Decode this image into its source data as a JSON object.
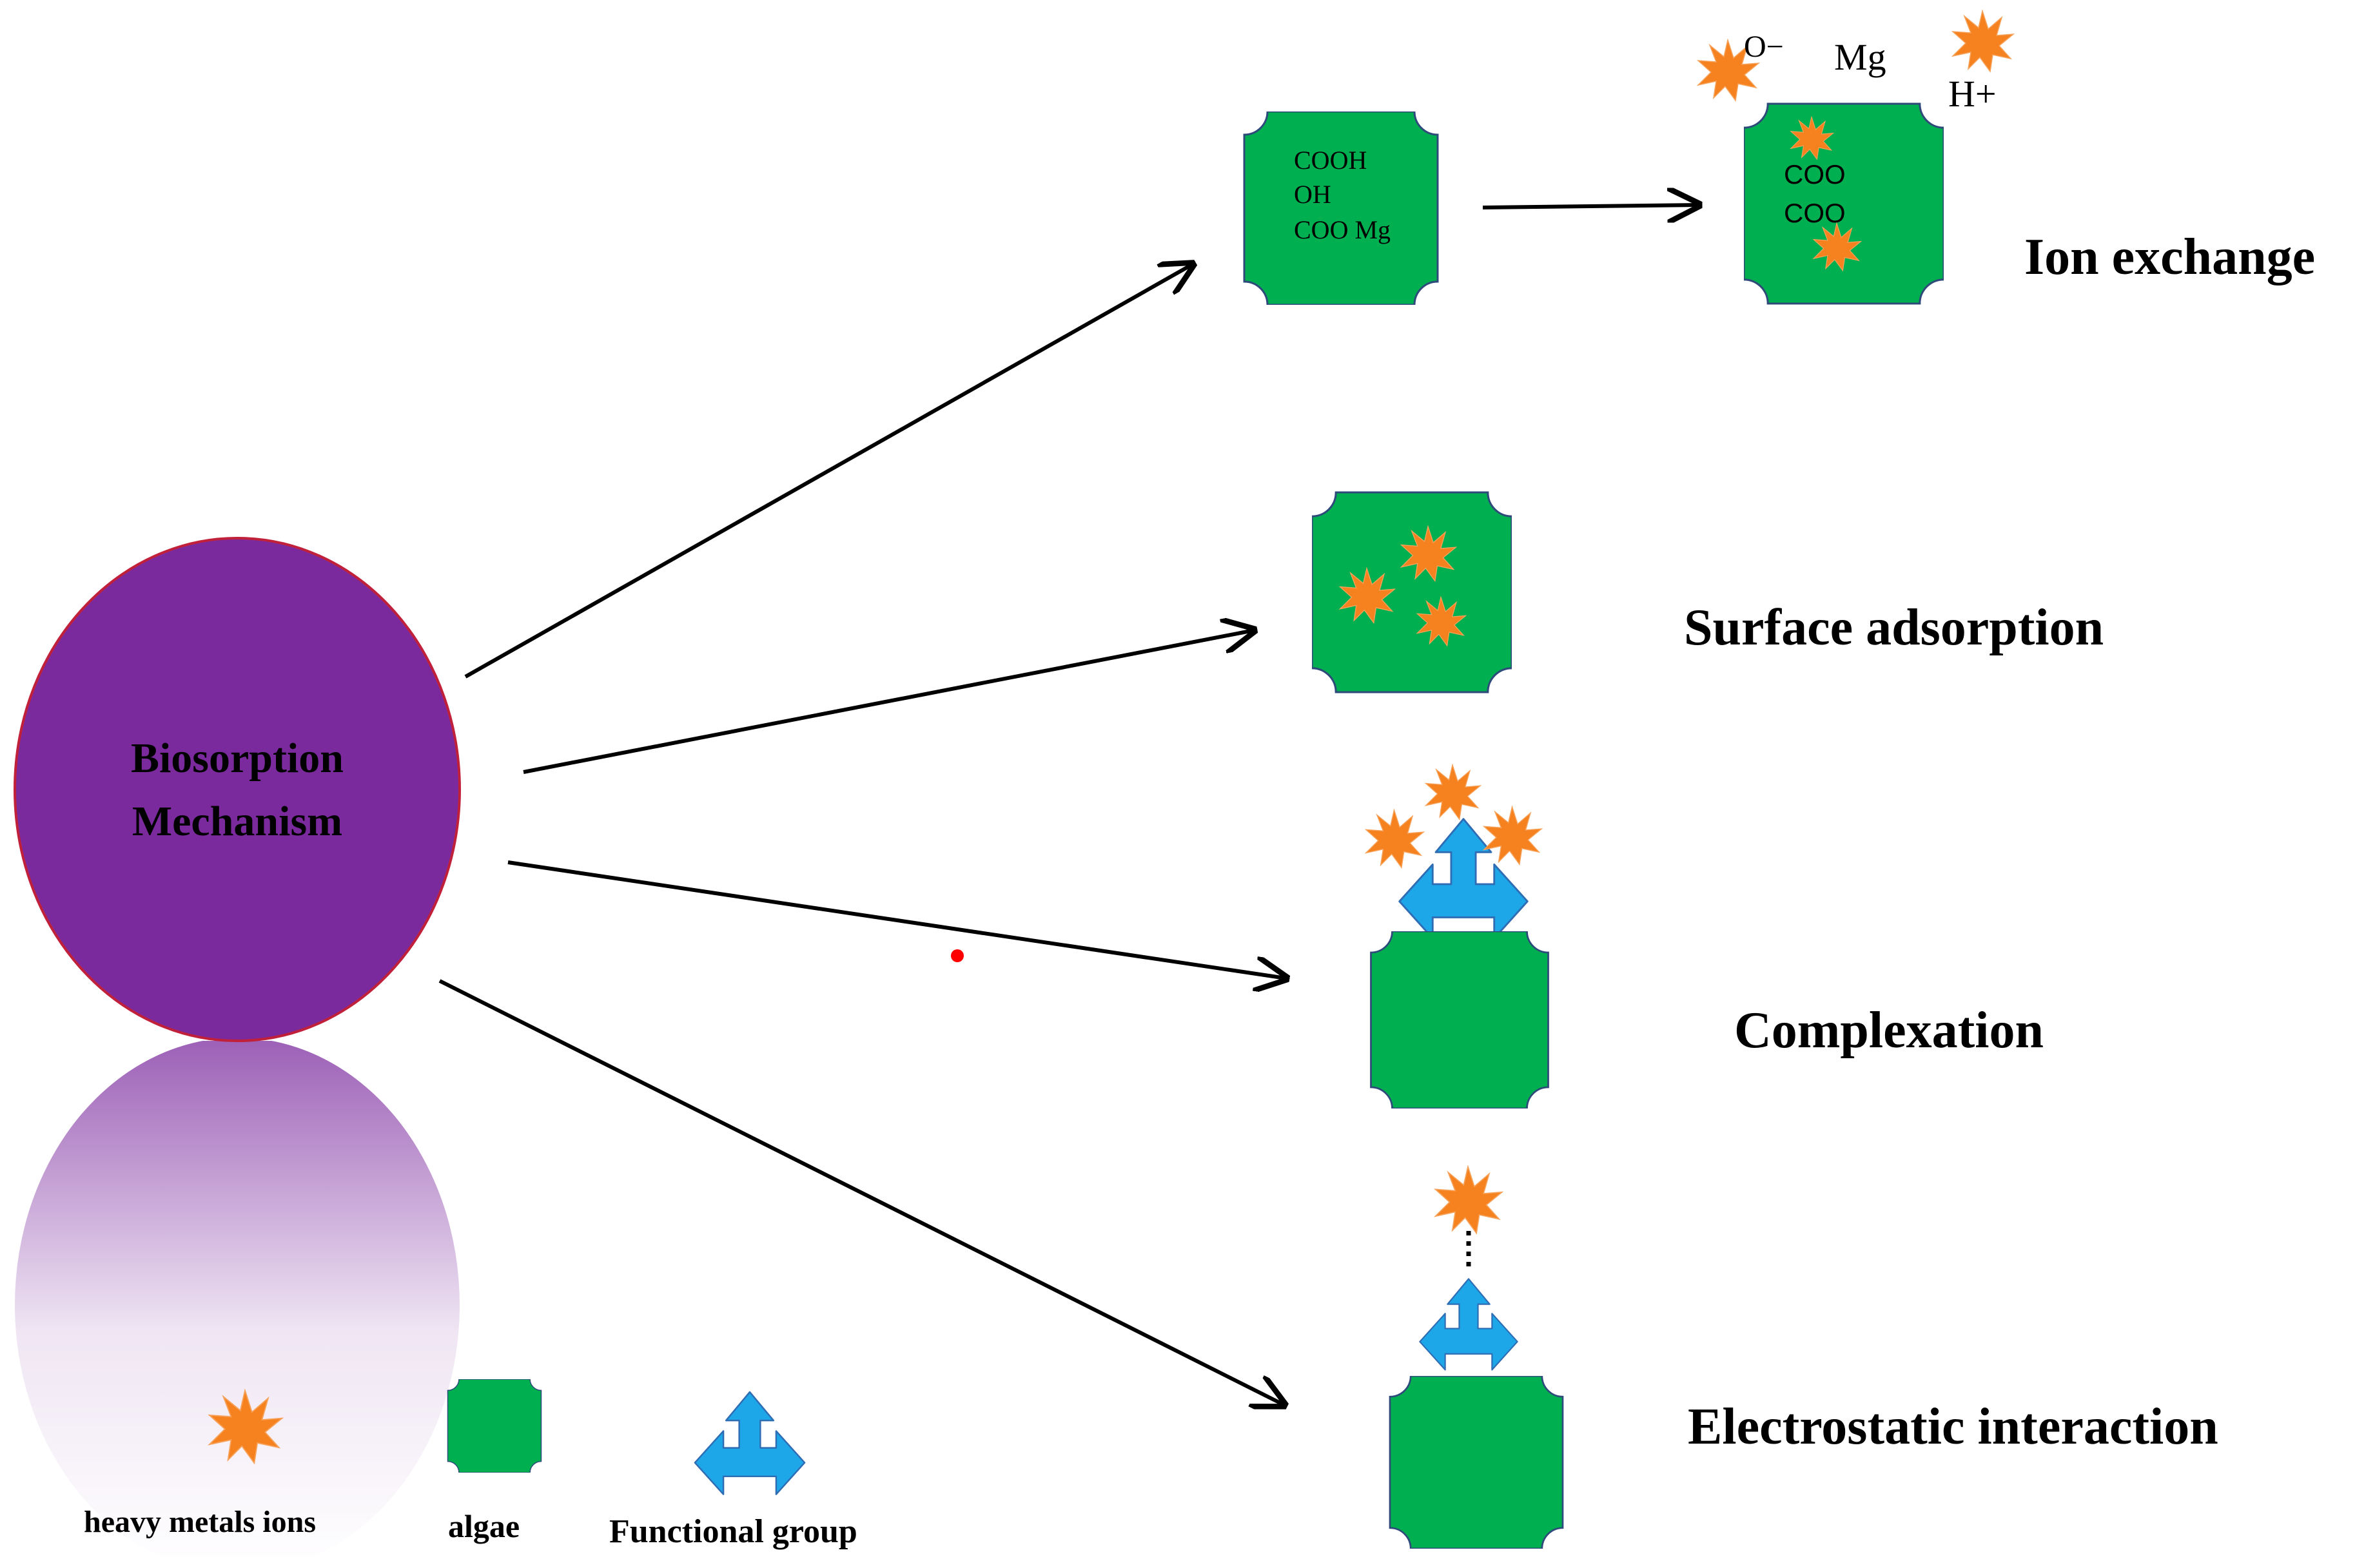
{
  "center": {
    "line1": "Biosorption",
    "line2": "Mechanism"
  },
  "mechanisms": {
    "ion_exchange": "Ion exchange",
    "surface_adsorption": "Surface adsorption",
    "complexation": "Complexation",
    "electrostatic_interaction": "Electrostatic interaction"
  },
  "ion_exchange_detail": {
    "before": {
      "line1": "COOH",
      "line2": "OH",
      "line3": "COO Mg"
    },
    "after": {
      "line1": "COO",
      "line2": "COO"
    },
    "released": {
      "o_minus": "O−",
      "mg": "Mg",
      "h_plus": "H+"
    }
  },
  "legend": {
    "heavy_metals": "heavy metals ions",
    "algae": "algae",
    "functional_group": "Functional group"
  },
  "colors": {
    "center_fill": "#7B2A9E",
    "center_stroke": "#C0203A",
    "algae_fill": "#00B050",
    "algae_stroke": "#2E4A7A",
    "ion_fill": "#F5821F",
    "group_fill": "#1EA7E8",
    "group_stroke": "#2E6DB4",
    "arrow": "#000000",
    "dot": "#FF0000"
  }
}
